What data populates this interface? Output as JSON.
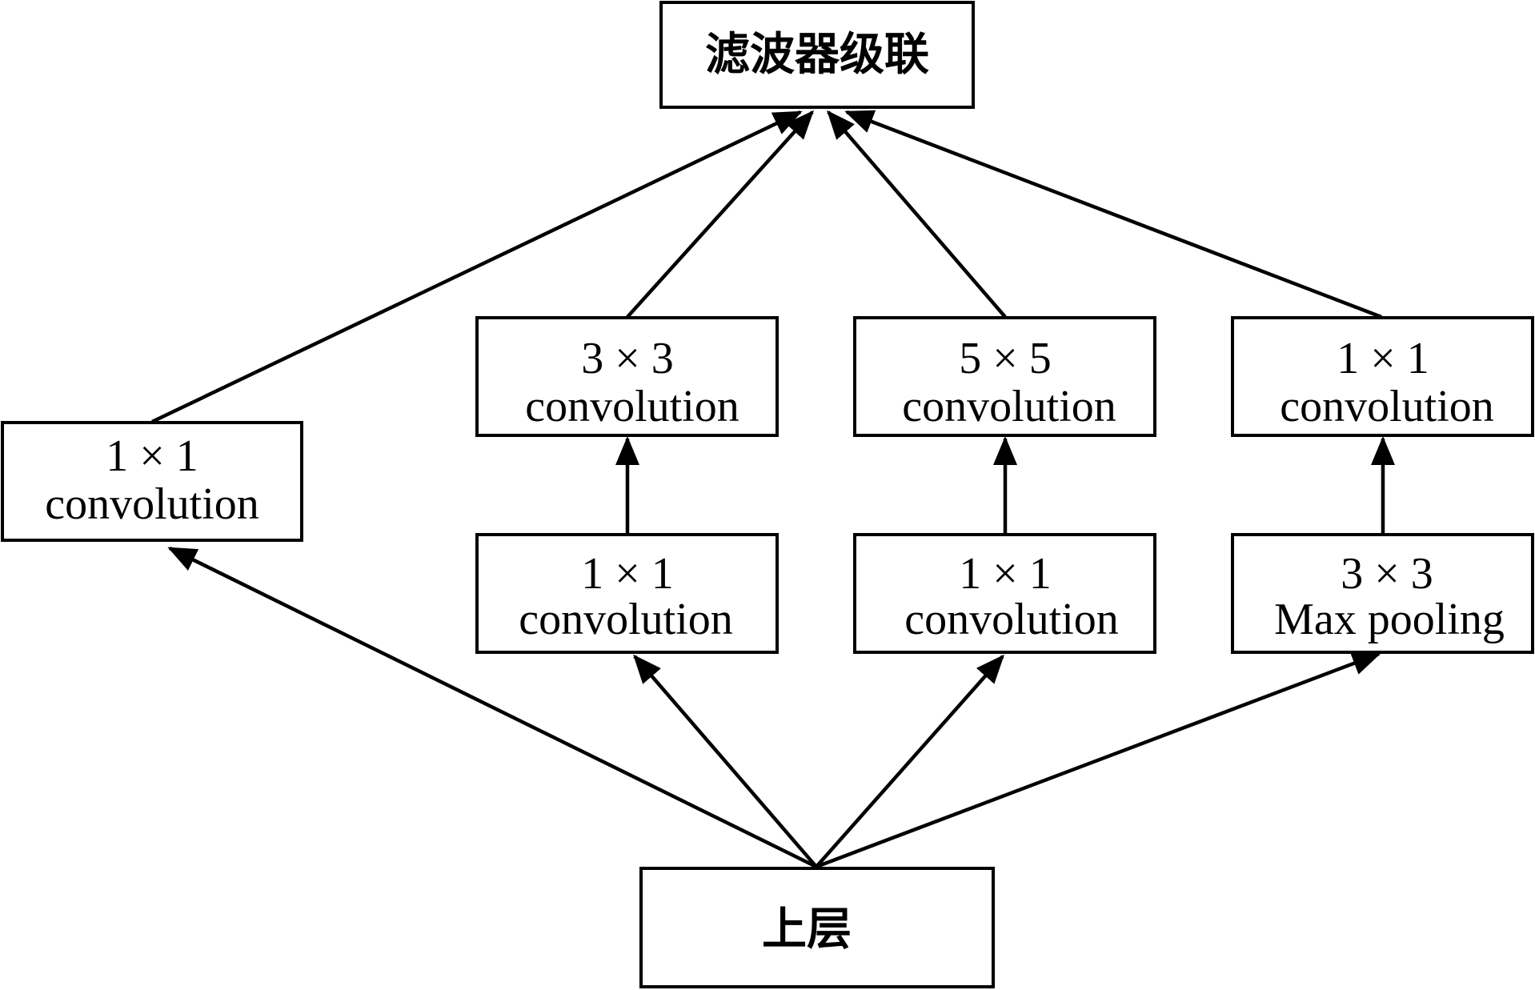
{
  "nodes": {
    "concat": {
      "line1": "滤波器级联"
    },
    "input": {
      "line1": "上层"
    },
    "conv1x1_left": {
      "line1": "1 × 1",
      "line2": "convolution"
    },
    "conv3x3": {
      "line1": "3 × 3",
      "line2": "convolution"
    },
    "conv5x5": {
      "line1": "5 × 5",
      "line2": "convolution"
    },
    "conv1x1_right": {
      "line1": "1 × 1",
      "line2": "convolution"
    },
    "reduce_3x3": {
      "line1": "1 × 1",
      "line2": "convolution"
    },
    "reduce_5x5": {
      "line1": "1 × 1",
      "line2": "convolution"
    },
    "maxpool": {
      "line1": "3 × 3",
      "line2": "Max pooling"
    }
  },
  "edges": [
    {
      "from": "input",
      "to": "conv1x1_left"
    },
    {
      "from": "input",
      "to": "reduce_3x3"
    },
    {
      "from": "input",
      "to": "reduce_5x5"
    },
    {
      "from": "input",
      "to": "maxpool"
    },
    {
      "from": "reduce_3x3",
      "to": "conv3x3"
    },
    {
      "from": "reduce_5x5",
      "to": "conv5x5"
    },
    {
      "from": "maxpool",
      "to": "conv1x1_right"
    },
    {
      "from": "conv1x1_left",
      "to": "concat"
    },
    {
      "from": "conv3x3",
      "to": "concat"
    },
    {
      "from": "conv5x5",
      "to": "concat"
    },
    {
      "from": "conv1x1_right",
      "to": "concat"
    }
  ],
  "colors": {
    "stroke": "#000000",
    "fill": "#ffffff"
  }
}
